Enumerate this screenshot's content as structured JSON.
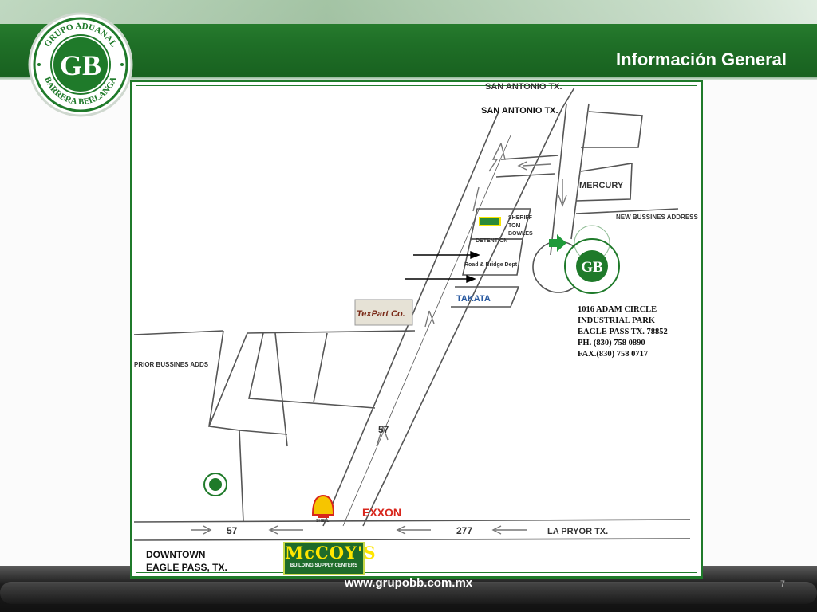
{
  "header": {
    "title": "Información General",
    "logo": {
      "top_text": "GRUPO ADUANAL",
      "monogram": "GB",
      "bottom_text": "BARRERA BERLANGA",
      "color": "#1f7a2a"
    }
  },
  "map": {
    "labels": {
      "san_antonio_top": "SAN ANTONIO TX.",
      "san_antonio": "SAN ANTONIO TX.",
      "mercury": "MERCURY",
      "new_address": "NEW BUSSINES ADDRESS",
      "prior_address": "PRIOR BUSSINES ADDS",
      "sheriff": "SHERIFF",
      "tom": "TOM",
      "bowles": "BOWLES",
      "detention": "DETENTION",
      "road": "Road & Bridge Dept",
      "takata": "TAKATA",
      "texpart": "TexPart Co.",
      "hwy57_vertical": "57",
      "hwy57_bottom": "57",
      "hwy277": "277",
      "la_pryor": "LA PRYOR TX.",
      "shell": "SHELL",
      "exxon": "EXXON",
      "downtown_line1": "DOWNTOWN",
      "downtown_line2": "EAGLE PASS, TX.",
      "mccoys": "McCOY'S",
      "mccoys_sub": "BUILDING SUPPLY CENTERS"
    },
    "address": {
      "line1": "1016 ADAM CIRCLE",
      "line2": "INDUSTRIAL PARK",
      "line3": "EAGLE PASS TX. 78852",
      "line4": "PH. (830) 758 0890",
      "line5": "FAX.(830) 758 0717"
    },
    "colors": {
      "frame": "#1f7a2a",
      "road": "#555555",
      "arrow_green": "#1f9a3a",
      "shell_yellow": "#f6c500",
      "shell_red": "#d8261c",
      "exxon_red": "#d8261c"
    }
  },
  "footer": {
    "url": "www.grupobb.com.mx",
    "page_number": "7"
  }
}
